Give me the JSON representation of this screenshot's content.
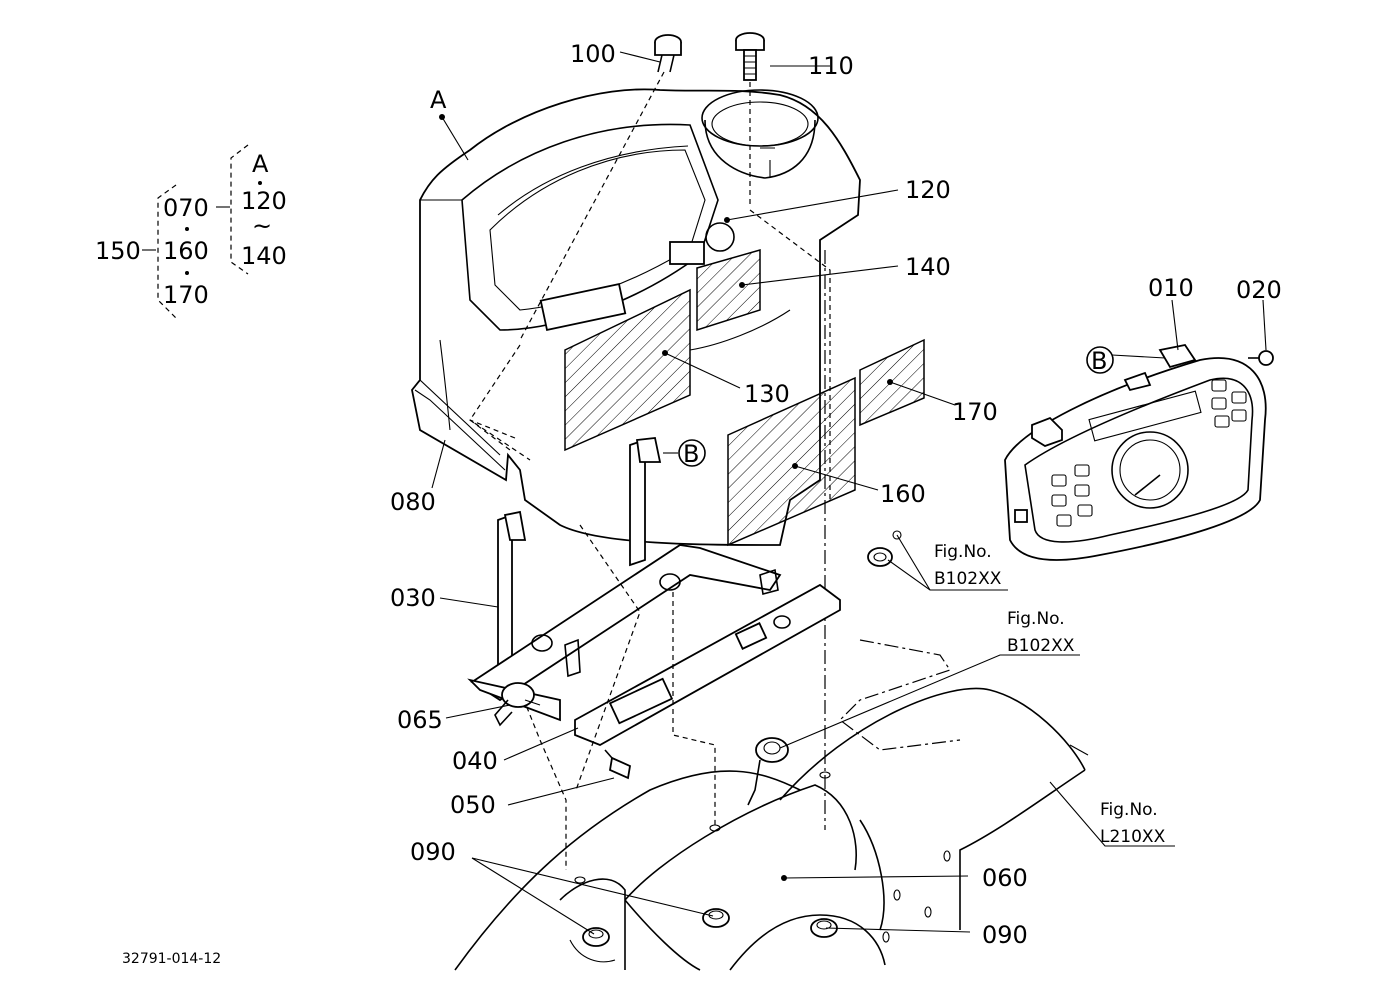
{
  "drawing_id": "32791-014-12",
  "groups": {
    "outer": "150",
    "inner_items": [
      "070",
      "160",
      "170"
    ],
    "sub_items": [
      "A",
      "120",
      "140"
    ],
    "range_mark": "~"
  },
  "callouts": {
    "p100": "100",
    "p110": "110",
    "pA": "A",
    "p120": "120",
    "p140": "140",
    "p130": "130",
    "p170": "170",
    "p160": "160",
    "p080": "080",
    "p030": "030",
    "p065": "065",
    "p040": "040",
    "p050": "050",
    "p090a": "090",
    "p090b": "090",
    "p060": "060",
    "p010": "010",
    "p020": "020",
    "pB1": "B",
    "pB2": "B"
  },
  "figure_refs": {
    "ref1_label": "Fig.No.",
    "ref1_code": "B102XX",
    "ref2_label": "Fig.No.",
    "ref2_code": "B102XX",
    "ref3_label": "Fig.No.",
    "ref3_code": "L210XX"
  }
}
